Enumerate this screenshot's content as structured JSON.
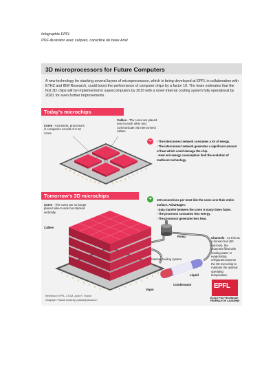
{
  "header": {
    "line1": "Infographie EPFL",
    "line2": "PDF-illustrator avec calques, caractère de base Arial"
  },
  "title": "3D microprocessors for Future Computers",
  "intro": "A new technology for stacking several layers of microprocessors, which is being developed at EPFL in collaboration with ETHZ and IBM Research, could boost the performance of computer chips by a factor 10. The team estimates that the first 3D chips will be implemented in supercomputers by 2015 with a novel internal cooling system fully operational by 2020, for even further improvements.",
  "today": {
    "section_title": "Today's microchips",
    "cores_bold": "Cores",
    "cores_text": " - At present, processors in computers consist of 2-16 cores.",
    "cables_bold": "Cables",
    "cables_text": " - The cores are placed next to each other and communicate via interconnect cables.",
    "minus_symbol": "−",
    "drawbacks": [
      "- The interconnect network consumes a lot of energy.",
      "- The interconnect network generates a significant amount of heat which could damage the chip.",
      "- Heat and energy consumption limit the evolution of multicore technology."
    ]
  },
  "tomorrow": {
    "section_title": "Tomorrow's 3D microchips",
    "plus_symbol": "+",
    "cores_bold": "Cores",
    "cores_text": " - The cores are no longer placed side-to-side but stacked vertically.",
    "cables_label": "Cables",
    "advantages": [
      "100 connections per mm2 link the cores over their entire surface. Advantages:",
      "- Data transfer between the cores is many times faster.",
      "- The processor consumes less energy.",
      "- The processor generates less heat."
    ],
    "pump_label": "Pump",
    "cooling_label": "Internal cooling system",
    "liquid_label": "Liquid",
    "condensator_label": "Condensator",
    "vapor_label": "Vapor",
    "channels_bold": "Channels",
    "channels_text": " - As thin as a human hair (50 microns), the channels filled with cooling water or evaporating refrigerant traverse the 3D microchip to maintain the optimal operating temperature."
  },
  "footer": {
    "reference": "Reference: EPFL, LTCM, John R. Thome",
    "infographic": "Infograph: Pascal Coderay, pascal@pascal.ch"
  },
  "logo": {
    "mark": "EPFL",
    "line1": "ÉCOLE POLYTECHNIQUE",
    "line2": "FÉDÉRALE DE LAUSANNE"
  },
  "colors": {
    "accent": "#ee3a5c",
    "chip_red": "#e8345a",
    "plus_green": "#3aa63a",
    "panel": "#f2f2f2"
  }
}
